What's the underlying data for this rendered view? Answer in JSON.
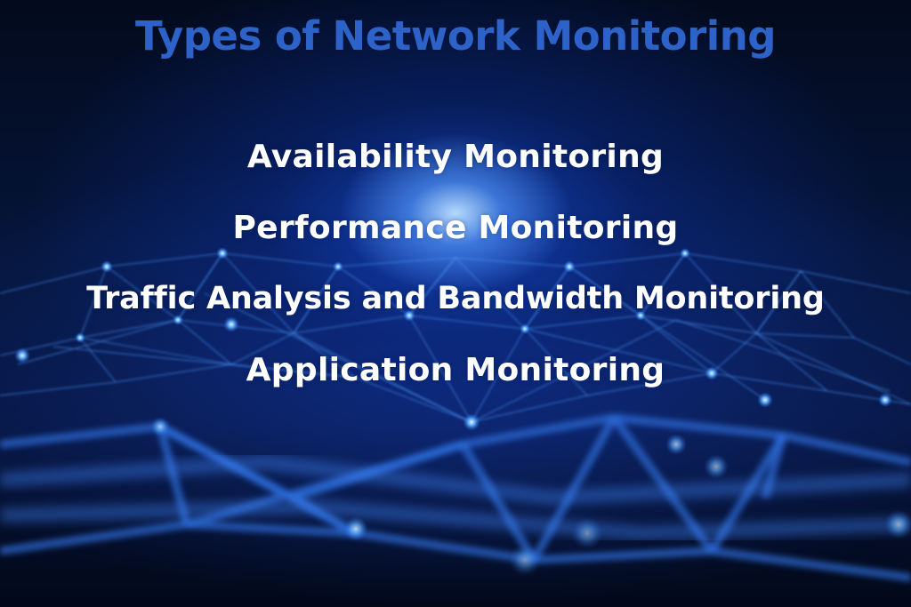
{
  "title": "Types of Network Monitoring",
  "items": [
    {
      "label": "Availability Monitoring"
    },
    {
      "label": "Performance Monitoring"
    },
    {
      "label": "Traffic Analysis and Bandwidth Monitoring"
    },
    {
      "label": "Application Monitoring"
    }
  ],
  "colors": {
    "title": "#2d63c8",
    "items": "#ffffff",
    "background": "#020818",
    "mesh": "#3c8cff",
    "glow": "#bfe3ff"
  },
  "background_image": "glowing-network-mesh"
}
